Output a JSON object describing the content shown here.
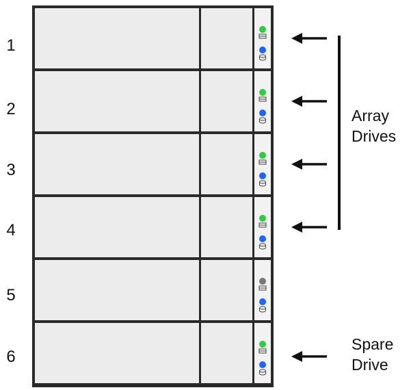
{
  "slots": [
    {
      "number": "1",
      "activity_led": "#2ecc40",
      "status_led": "#1e64ff"
    },
    {
      "number": "2",
      "activity_led": "#2ecc40",
      "status_led": "#1e64ff"
    },
    {
      "number": "3",
      "activity_led": "#2ecc40",
      "status_led": "#1e64ff"
    },
    {
      "number": "4",
      "activity_led": "#2ecc40",
      "status_led": "#1e64ff"
    },
    {
      "number": "5",
      "activity_led": "#777777",
      "status_led": "#1e64ff"
    },
    {
      "number": "6",
      "activity_led": "#2ecc40",
      "status_led": "#1e64ff"
    }
  ],
  "labels": {
    "array_line1": "Array",
    "array_line2": "Drives",
    "spare_line1": "Spare",
    "spare_line2": "Drive"
  },
  "icons": {
    "activity": "drive-activity-icon",
    "status": "drive-status-icon",
    "arrow": "left-arrow-icon"
  }
}
